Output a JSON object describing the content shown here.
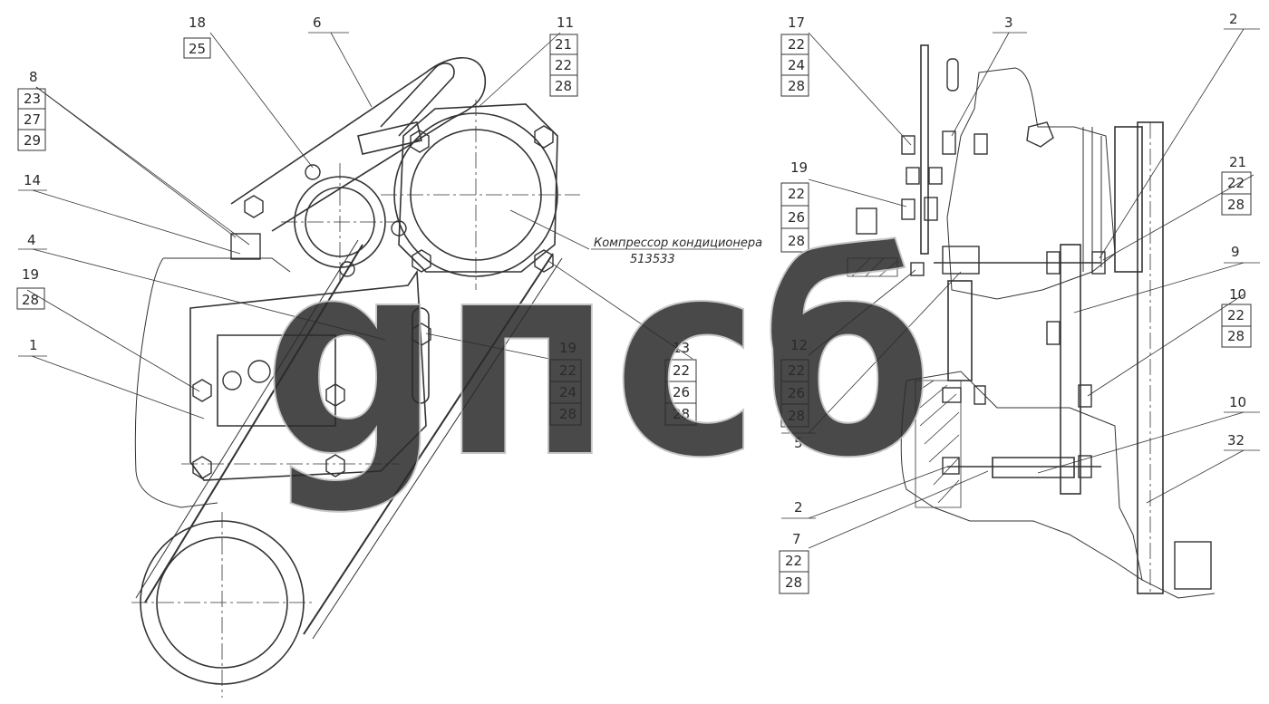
{
  "caption": {
    "line1": "Компрессор кондиционера",
    "line2": "513533"
  },
  "callouts": [
    {
      "id": "c-18",
      "lines": [
        "18",
        "25"
      ]
    },
    {
      "id": "c-6",
      "lines": [
        "6"
      ]
    },
    {
      "id": "c-11",
      "lines": [
        "11",
        "21",
        "22",
        "28"
      ]
    },
    {
      "id": "c-8",
      "lines": [
        "8",
        "23",
        "27",
        "29"
      ]
    },
    {
      "id": "c-14",
      "lines": [
        "14"
      ]
    },
    {
      "id": "c-4",
      "lines": [
        "4"
      ]
    },
    {
      "id": "c-19a",
      "lines": [
        "19",
        "28"
      ]
    },
    {
      "id": "c-1",
      "lines": [
        "1"
      ]
    },
    {
      "id": "c-19b",
      "lines": [
        "19",
        "22",
        "24",
        "28"
      ]
    },
    {
      "id": "c-13",
      "lines": [
        "13",
        "22",
        "26",
        "28"
      ]
    },
    {
      "id": "c-17",
      "lines": [
        "17",
        "22",
        "24",
        "28"
      ]
    },
    {
      "id": "c-3",
      "lines": [
        "3"
      ]
    },
    {
      "id": "c-2a",
      "lines": [
        "2"
      ]
    },
    {
      "id": "c-19c",
      "lines": [
        "19",
        "22",
        "26",
        "28"
      ]
    },
    {
      "id": "c-21",
      "lines": [
        "21",
        "22",
        "28"
      ]
    },
    {
      "id": "c-9",
      "lines": [
        "9"
      ]
    },
    {
      "id": "c-10a",
      "lines": [
        "10",
        "22",
        "28"
      ]
    },
    {
      "id": "c-12",
      "lines": [
        "12",
        "22",
        "26",
        "28"
      ]
    },
    {
      "id": "c-5",
      "lines": [
        "5"
      ]
    },
    {
      "id": "c-10b",
      "lines": [
        "10"
      ]
    },
    {
      "id": "c-32",
      "lines": [
        "32"
      ]
    },
    {
      "id": "c-2b",
      "lines": [
        "2"
      ]
    },
    {
      "id": "c-7",
      "lines": [
        "7",
        "22",
        "28"
      ]
    }
  ],
  "watermark": "gпсб"
}
